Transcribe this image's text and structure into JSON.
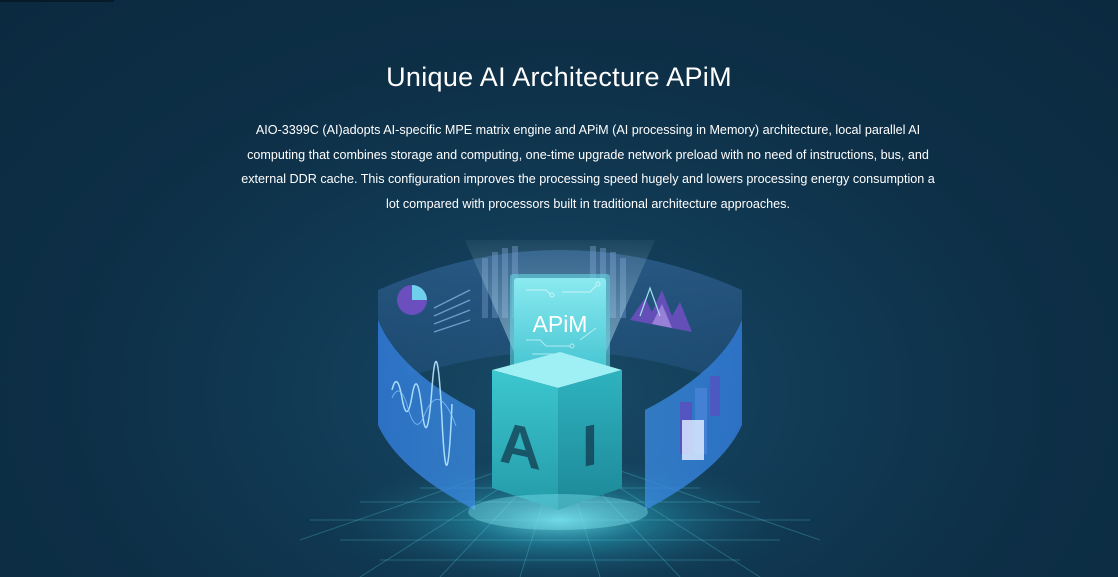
{
  "section": {
    "title": "Unique AI Architecture APiM",
    "description": "AIO-3399C (AI)adopts AI-specific MPE matrix engine and APiM (AI processing in Memory) architecture, local parallel AI computing that combines storage and computing, one-time upgrade network preload with no need of instructions, bus, and external DDR cache. This configuration improves the processing speed hugely and lowers processing energy consumption a lot compared with processors built in traditional architecture approaches."
  },
  "illustration": {
    "chip_label": "APiM",
    "cube_letter_left": "A",
    "cube_letter_right": "I",
    "icons": [
      "chip-icon",
      "ai-cube-icon",
      "pie-chart-icon",
      "mountain-chart-icon",
      "waveform-icon",
      "bar-chart-icon"
    ]
  },
  "colors": {
    "background": "#0e3046",
    "ring": "#2f7fd8",
    "cube_front": "#35bcc4",
    "cube_side": "#2a9fb0",
    "chip": "#5fd7e0",
    "accent_purple": "#6b4fbf",
    "accent_cyan": "#6fd0ec"
  }
}
